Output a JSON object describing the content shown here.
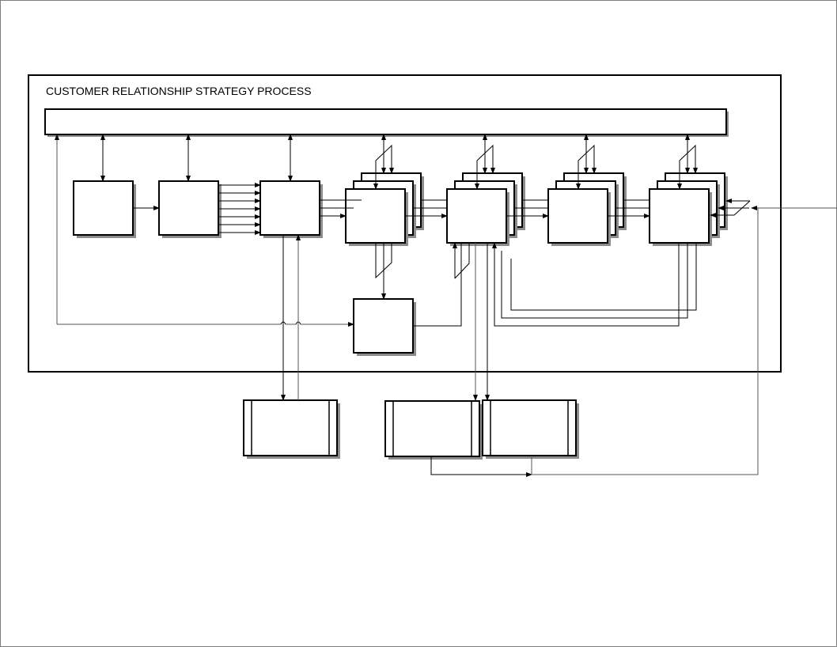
{
  "diagram": {
    "title": "CUSTOMER RELATIONSHIP STRATEGY PROCESS",
    "colors": {
      "stroke": "#000000",
      "shadow": "#8c8c8c",
      "background": "#ffffff",
      "page_border": "#7f7f7f"
    },
    "nodes": [
      {
        "id": "top-bar",
        "shape": "rectangle",
        "label": ""
      },
      {
        "id": "step-1",
        "shape": "rectangle",
        "label": ""
      },
      {
        "id": "step-2",
        "shape": "rectangle",
        "label": ""
      },
      {
        "id": "step-3",
        "shape": "rectangle",
        "label": ""
      },
      {
        "id": "step-4",
        "shape": "stacked-rectangle",
        "label": ""
      },
      {
        "id": "step-5",
        "shape": "stacked-rectangle",
        "label": ""
      },
      {
        "id": "step-6",
        "shape": "stacked-rectangle",
        "label": ""
      },
      {
        "id": "step-7",
        "shape": "stacked-rectangle",
        "label": ""
      },
      {
        "id": "review",
        "shape": "rectangle",
        "label": ""
      },
      {
        "id": "store-1",
        "shape": "predefined-process",
        "label": ""
      },
      {
        "id": "store-2",
        "shape": "predefined-process",
        "label": ""
      },
      {
        "id": "store-3",
        "shape": "predefined-process",
        "label": ""
      }
    ],
    "edges": [
      {
        "from": "top-bar",
        "to": "step-1",
        "type": "bidirectional"
      },
      {
        "from": "top-bar",
        "to": "step-2",
        "type": "bidirectional"
      },
      {
        "from": "top-bar",
        "to": "step-3",
        "type": "bidirectional"
      },
      {
        "from": "top-bar",
        "to": "step-4",
        "type": "bidirectional"
      },
      {
        "from": "top-bar",
        "to": "step-5",
        "type": "bidirectional"
      },
      {
        "from": "top-bar",
        "to": "step-6",
        "type": "bidirectional"
      },
      {
        "from": "top-bar",
        "to": "step-7",
        "type": "bidirectional"
      },
      {
        "from": "step-1",
        "to": "step-2",
        "type": "arrow"
      },
      {
        "from": "step-2",
        "to": "step-3",
        "type": "arrow",
        "count": 7
      },
      {
        "from": "step-3",
        "to": "step-4",
        "type": "arrow",
        "count": 3
      },
      {
        "from": "step-4",
        "to": "step-5",
        "type": "arrow",
        "count": 3
      },
      {
        "from": "step-5",
        "to": "step-6",
        "type": "arrow",
        "count": 3
      },
      {
        "from": "step-6",
        "to": "step-7",
        "type": "arrow",
        "count": 3
      },
      {
        "from": "step-4",
        "to": "review",
        "type": "arrow"
      },
      {
        "from": "review",
        "to": "step-5",
        "type": "arrow"
      },
      {
        "from": "step-7",
        "to": "step-5",
        "type": "feedback",
        "count": 3
      },
      {
        "from": "top-bar",
        "to": "review",
        "type": "arrow"
      },
      {
        "from": "step-3",
        "to": "store-1",
        "type": "arrow"
      },
      {
        "from": "store-1",
        "to": "step-3",
        "type": "arrow"
      },
      {
        "from": "step-5",
        "to": "store-2",
        "type": "arrow"
      },
      {
        "from": "step-5",
        "to": "store-3",
        "type": "arrow"
      },
      {
        "from": "store-2",
        "to": "store-3",
        "type": "arrow"
      },
      {
        "from": "store-3",
        "to": "step-7",
        "type": "arrow"
      },
      {
        "from": "external",
        "to": "step-7",
        "type": "arrow"
      }
    ]
  }
}
